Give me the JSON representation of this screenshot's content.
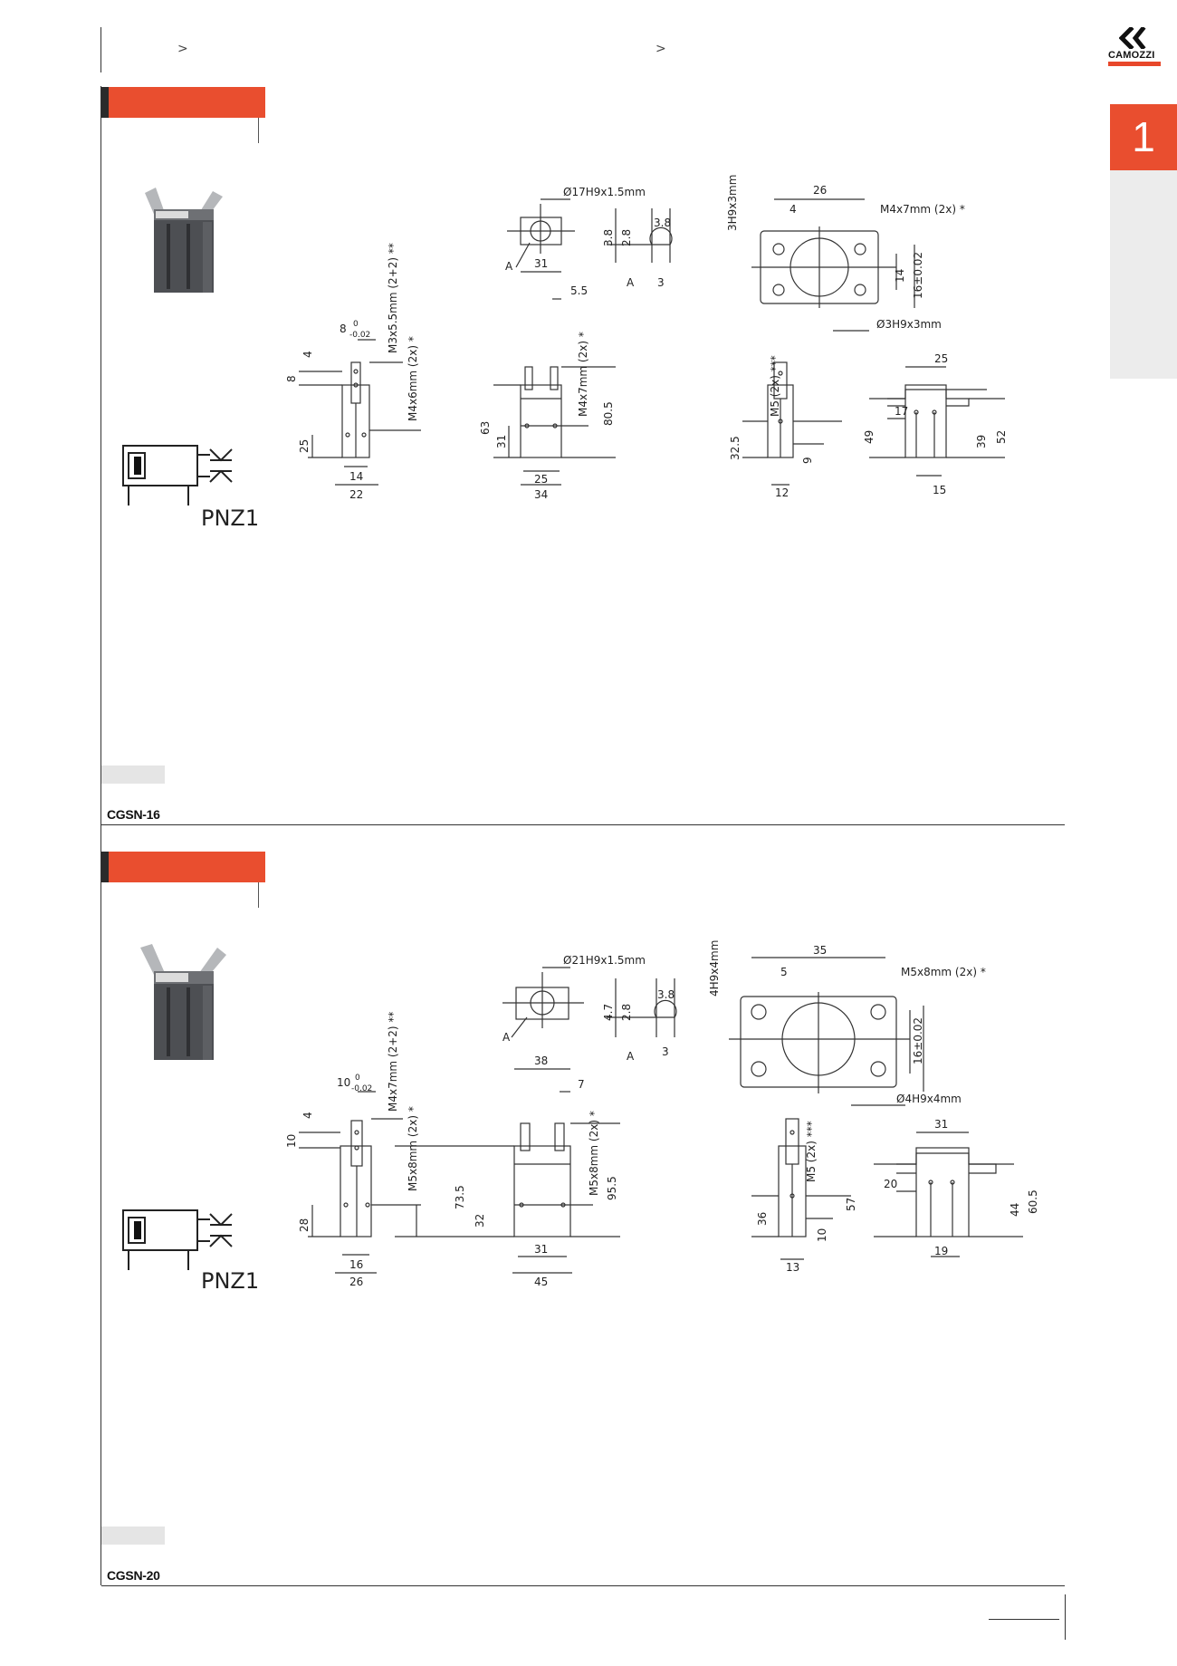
{
  "header": {
    "crumb_left": ">",
    "crumb_right": ">"
  },
  "brand": {
    "name": "CAMOZZI",
    "accent": "#e94e2f"
  },
  "side_tab": {
    "number": "1"
  },
  "page": {
    "page_number": ""
  },
  "sections": [
    {
      "model": "CGSN-16",
      "symbol_label": "PNZ1",
      "dims": {
        "front": {
          "w_inner": "14",
          "w_outer": "22",
          "h_8": "8",
          "h_4": "4",
          "h_25": "25",
          "jaw": "8",
          "tol_upper": "0",
          "tol_lower": "-0.02",
          "thread1": "M3x5.5mm (2+2) **",
          "thread2": "M4x6mm (2x) *"
        },
        "top_small": {
          "bore": "Ø17H9x1.5mm",
          "ref": "A"
        },
        "detail_a": {
          "d1": "3.8",
          "d2": "2.8",
          "d3": "3.8",
          "d4": "3",
          "ref": "A"
        },
        "body": {
          "w_top": "31",
          "gap": "5.5",
          "h_total": "63",
          "h_31": "31",
          "h_80": "80.5",
          "w_25": "25",
          "w_34": "34",
          "thread": "M4x7mm (2x) *"
        },
        "side": {
          "h_32": "32.5",
          "h_9": "9",
          "w_12": "12",
          "thread": "M5 (2x) ***"
        },
        "plan": {
          "w_26": "26",
          "w_4": "4",
          "thread": "M4x7mm (2x) *",
          "pin1": "3H9x3mm",
          "h_14": "14",
          "h_16": "16±0.02",
          "pin2": "Ø3H9x3mm"
        },
        "open": {
          "w_25": "25",
          "w_17": "17",
          "h_49": "49",
          "h_39": "39",
          "h_52": "52",
          "w_15": "15"
        }
      }
    },
    {
      "model": "CGSN-20",
      "symbol_label": "PNZ1",
      "dims": {
        "front": {
          "w_inner": "16",
          "w_outer": "26",
          "h_8": "10",
          "h_4": "4",
          "h_25": "28",
          "jaw": "10",
          "tol_upper": "0",
          "tol_lower": "-0.02",
          "thread1": "M4x7mm (2+2) **",
          "thread2": "M5x8mm (2x) *"
        },
        "top_small": {
          "bore": "Ø21H9x1.5mm",
          "ref": "A"
        },
        "detail_a": {
          "d1": "4.7",
          "d2": "2.8",
          "d3": "3.8",
          "d4": "3",
          "ref": "A"
        },
        "body": {
          "w_top": "38",
          "gap": "7",
          "h_total": "73.5",
          "h_31": "32",
          "h_80": "95.5",
          "w_25": "31",
          "w_34": "45",
          "thread": "M5x8mm (2x) *"
        },
        "side": {
          "h_32": "36",
          "h_9": "10",
          "w_12": "13",
          "thread": "M5 (2x) ***"
        },
        "plan": {
          "w_26": "35",
          "w_4": "5",
          "thread": "M5x8mm (2x) *",
          "pin1": "4H9x4mm",
          "h_14": "",
          "h_16": "16±0.02",
          "pin2": "Ø4H9x4mm"
        },
        "open": {
          "w_25": "31",
          "w_17": "20",
          "h_49": "57",
          "h_39": "44",
          "h_52": "60.5",
          "w_15": "19"
        }
      }
    }
  ]
}
